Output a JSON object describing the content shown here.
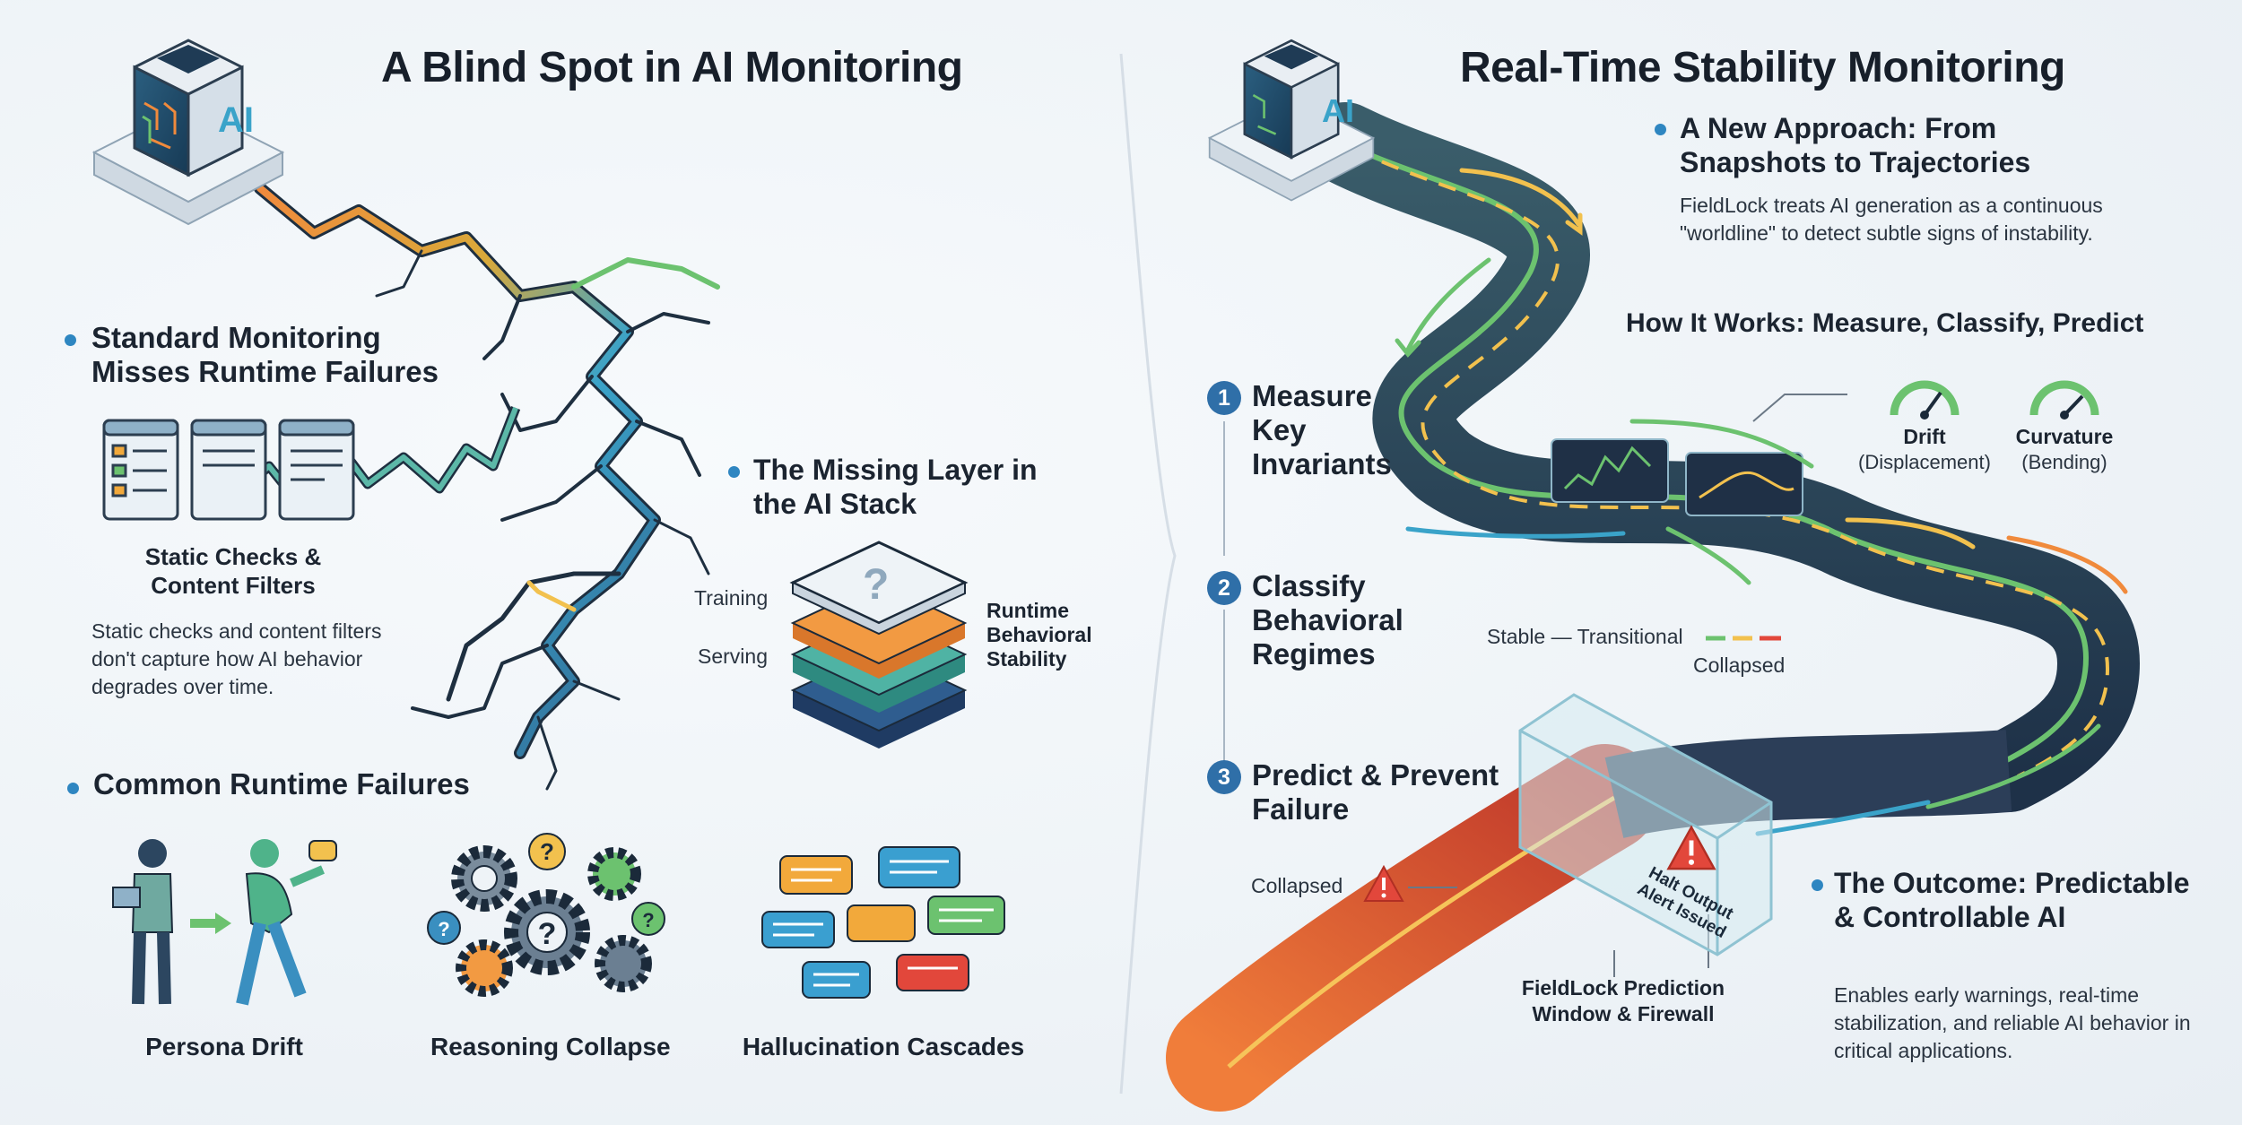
{
  "left": {
    "title": "A Blind Spot in AI Monitoring",
    "cube_label": "AI",
    "standard_heading": "Standard Monitoring Misses Runtime Failures",
    "static_caption": "Static Checks & Content Filters",
    "static_body": "Static checks and content filters don't capture how AI behavior degrades over time.",
    "missing_heading": "The Missing Layer in the AI Stack",
    "stack": {
      "training": "Training",
      "serving": "Serving",
      "runtime": "Runtime Behavioral Stability",
      "unknown": "?"
    },
    "failures_heading": "Common Runtime Failures",
    "failures": [
      "Persona Drift",
      "Reasoning Collapse",
      "Hallucination Cascades"
    ]
  },
  "right": {
    "title": "Real-Time Stability Monitoring",
    "cube_label": "AI",
    "approach_heading": "A New Approach: From Snapshots to Trajectories",
    "approach_body": "FieldLock treats AI generation as a continuous \"worldline\" to detect subtle signs of instability.",
    "how_heading": "How It Works: Measure, Classify, Predict",
    "steps": [
      {
        "n": "1",
        "label": "Measure Key Invariants"
      },
      {
        "n": "2",
        "label": "Classify Behavioral Regimes"
      },
      {
        "n": "3",
        "label": "Predict & Prevent Failure"
      }
    ],
    "gauges": [
      {
        "label": "Drift",
        "sub": "(Displacement)"
      },
      {
        "label": "Curvature",
        "sub": "(Bending)"
      }
    ],
    "regime_line": "Stable — Transitional",
    "regime_collapsed": "Collapsed",
    "collapsed_label": "Collapsed",
    "firewall_text": "Halt Output Alert Issued",
    "firewall_caption": "FieldLock Prediction Window & Firewall",
    "outcome_heading": "The Outcome: Predictable & Controllable AI",
    "outcome_body": "Enables early warnings, real-time stabilization, and reliable AI behavior in critical applications."
  },
  "colors": {
    "accent": "#2e86c1",
    "road": "#24384f",
    "green": "#6cc26f",
    "yellow": "#f2c14e",
    "orange": "#f08a3c",
    "red": "#e2473b",
    "teal": "#3fae9c"
  }
}
